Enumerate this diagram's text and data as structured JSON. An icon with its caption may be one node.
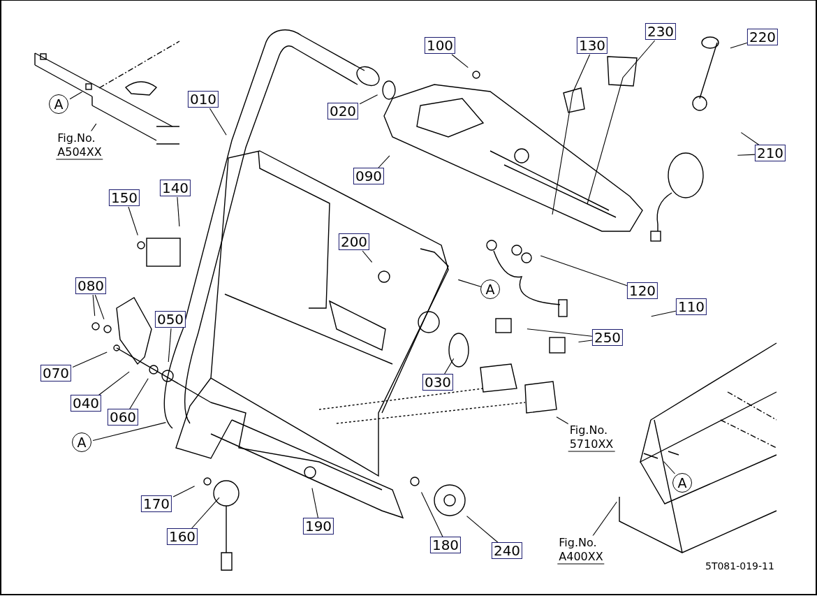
{
  "diagram": {
    "nodes": [
      {
        "text": [
          "010"
        ]
      },
      {
        "text": [
          "020"
        ]
      },
      {
        "text": [
          "090"
        ]
      },
      {
        "text": [
          "100"
        ]
      },
      {
        "text": [
          "130"
        ]
      },
      {
        "text": [
          "230"
        ]
      },
      {
        "text": [
          "220"
        ]
      },
      {
        "text": [
          "210"
        ]
      },
      {
        "text": [
          "150"
        ]
      },
      {
        "text": [
          "140"
        ]
      },
      {
        "text": [
          "200"
        ]
      },
      {
        "text": [
          "A"
        ]
      },
      {
        "text": [
          "120"
        ]
      },
      {
        "text": [
          "110"
        ]
      },
      {
        "text": [
          "080"
        ]
      },
      {
        "text": [
          "050"
        ]
      },
      {
        "text": [
          "070"
        ]
      },
      {
        "text": [
          "040"
        ]
      },
      {
        "text": [
          "060"
        ]
      },
      {
        "text": [
          "030"
        ]
      },
      {
        "text": [
          "250"
        ]
      },
      {
        "text": [
          "Fig.No.",
          "5710XX"
        ]
      },
      {
        "text": [
          "A"
        ]
      },
      {
        "text": [
          "A"
        ]
      },
      {
        "text": [
          "Fig.No.",
          "A504XX"
        ]
      },
      {
        "text": [
          "170"
        ]
      },
      {
        "text": [
          "160"
        ]
      },
      {
        "text": [
          "190"
        ]
      },
      {
        "text": [
          "180"
        ]
      },
      {
        "text": [
          "240"
        ]
      },
      {
        "text": [
          "A"
        ]
      },
      {
        "text": [
          "Fig.No.",
          "A400XX"
        ]
      }
    ],
    "edges": [
      {
        "from": 0,
        "to": null,
        "arrow": "none"
      },
      {
        "from": 1,
        "to": null,
        "arrow": "none"
      },
      {
        "from": 2,
        "to": null,
        "arrow": "none"
      },
      {
        "from": 3,
        "to": null,
        "arrow": "none"
      },
      {
        "from": 4,
        "to": null,
        "arrow": "none"
      },
      {
        "from": 5,
        "to": null,
        "arrow": "none"
      },
      {
        "from": 6,
        "to": null,
        "arrow": "none"
      },
      {
        "from": 7,
        "to": null,
        "arrow": "none"
      },
      {
        "from": 7,
        "to": null,
        "arrow": "none"
      },
      {
        "from": 8,
        "to": null,
        "arrow": "none"
      },
      {
        "from": 9,
        "to": null,
        "arrow": "none"
      },
      {
        "from": 10,
        "to": null,
        "arrow": "none"
      },
      {
        "from": 11,
        "to": null,
        "arrow": "none"
      },
      {
        "from": 12,
        "to": null,
        "arrow": "none"
      },
      {
        "from": 13,
        "to": null,
        "arrow": "none"
      },
      {
        "from": 14,
        "to": null,
        "arrow": "none"
      },
      {
        "from": 14,
        "to": null,
        "arrow": "none"
      },
      {
        "from": 15,
        "to": null,
        "arrow": "none"
      },
      {
        "from": 16,
        "to": null,
        "arrow": "none"
      },
      {
        "from": 17,
        "to": null,
        "arrow": "none"
      },
      {
        "from": 18,
        "to": null,
        "arrow": "none"
      },
      {
        "from": 19,
        "to": null,
        "arrow": "none"
      },
      {
        "from": 20,
        "to": null,
        "arrow": "none"
      },
      {
        "from": 20,
        "to": null,
        "arrow": "none"
      },
      {
        "from": 21,
        "to": null,
        "arrow": "none"
      },
      {
        "from": 22,
        "to": null,
        "arrow": "none"
      },
      {
        "from": 23,
        "to": null,
        "arrow": "none"
      },
      {
        "from": 24,
        "to": null,
        "arrow": "none"
      },
      {
        "from": 25,
        "to": null,
        "arrow": "none"
      },
      {
        "from": 26,
        "to": null,
        "arrow": "none"
      },
      {
        "from": 27,
        "to": null,
        "arrow": "none"
      },
      {
        "from": 28,
        "to": null,
        "arrow": "none"
      },
      {
        "from": 29,
        "to": null,
        "arrow": "none"
      },
      {
        "from": 30,
        "to": null,
        "arrow": "none"
      },
      {
        "from": 31,
        "to": null,
        "arrow": "none"
      }
    ],
    "labels": [
      "5T081-019-11"
    ]
  }
}
